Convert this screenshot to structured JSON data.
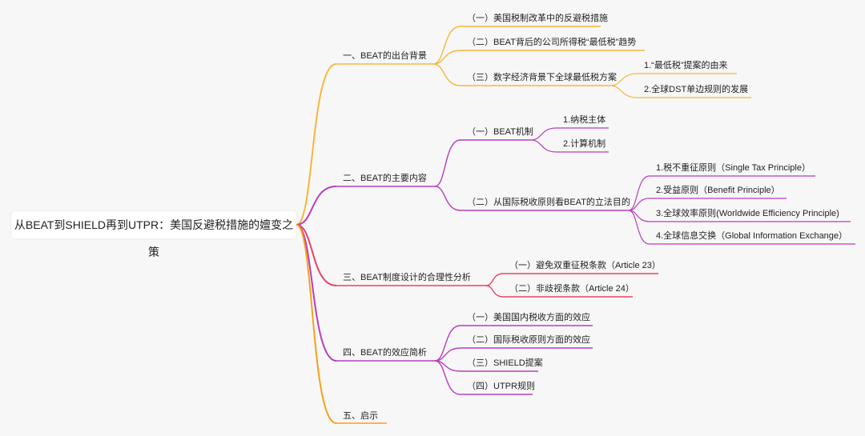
{
  "root": {
    "label": "从BEAT到SHIELD再到UTPR：美国反避税措施的嬗变之策"
  },
  "colors": {
    "b1": "#f5b73b",
    "b2": "#b83dbd",
    "b3": "#e84363",
    "b4": "#b83dbd",
    "b5": "#f5a21b",
    "background": "#f7f7f7"
  },
  "branches": [
    {
      "label": "一、BEAT的出台背景",
      "children": [
        {
          "label": "（一）美国税制改革中的反避税措施"
        },
        {
          "label": "（二）BEAT背后的公司所得税“最低税”趋势"
        },
        {
          "label": "（三）数字经济背景下全球最低税方案",
          "children": [
            {
              "label": "1.“最低税”提案的由来"
            },
            {
              "label": "2.全球DST单边规则的发展"
            }
          ]
        }
      ]
    },
    {
      "label": "二、BEAT的主要内容",
      "children": [
        {
          "label": "（一）BEAT机制",
          "children": [
            {
              "label": "1.纳税主体"
            },
            {
              "label": "2.计算机制"
            }
          ]
        },
        {
          "label": "（二）从国际税收原则看BEAT的立法目的",
          "children": [
            {
              "label": "1.税不重征原则（Single Tax Principle）"
            },
            {
              "label": "2.受益原则（Benefit Principle）"
            },
            {
              "label": "3.全球效率原则(Worldwide Efficiency Principle)"
            },
            {
              "label": "4.全球信息交换（Global Information Exchange）"
            }
          ]
        }
      ]
    },
    {
      "label": "三、BEAT制度设计的合理性分析",
      "children": [
        {
          "label": "（一）避免双重征税条款（Article 23）"
        },
        {
          "label": "（二）非歧视条款（Article 24）"
        }
      ]
    },
    {
      "label": "四、BEAT的效应简析",
      "children": [
        {
          "label": "（一）美国国内税收方面的效应"
        },
        {
          "label": "（二）国际税收原则方面的效应"
        },
        {
          "label": "（三）SHIELD提案"
        },
        {
          "label": "（四）UTPR规则"
        }
      ]
    },
    {
      "label": "五、启示"
    }
  ]
}
